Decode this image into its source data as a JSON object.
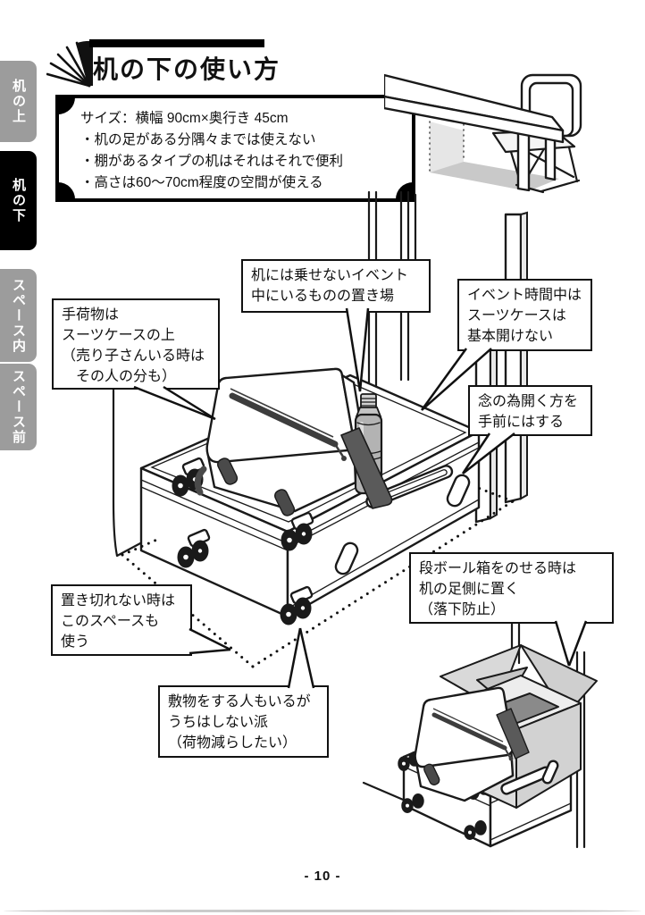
{
  "header": {
    "title": "机の下の使い方",
    "icon": "folding-fan"
  },
  "sidebar": {
    "tabs": [
      {
        "label": "机の上",
        "active": false
      },
      {
        "label": "机の下",
        "active": true
      },
      {
        "label": "スペース内",
        "active": false
      },
      {
        "label": "スペース前",
        "active": false
      }
    ]
  },
  "info_box": {
    "lines": [
      "サイズ：横幅 90cm×奥行き 45cm",
      "・机の足がある分隅々までは使えない",
      "・棚があるタイプの机はそれはそれで便利",
      "・高さは60〜70cm程度の空間が使える"
    ]
  },
  "callouts": [
    {
      "name": "storage-place",
      "lines": [
        "机には乗せないイベント",
        "中にいるものの置き場"
      ]
    },
    {
      "name": "event-time",
      "lines": [
        "イベント時間中は",
        "スーツケースは",
        "基本開けない"
      ]
    },
    {
      "name": "hand-luggage",
      "lines": [
        "手荷物は",
        "スーツケースの上",
        "（売り子さんいる時は",
        "　その人の分も）"
      ]
    },
    {
      "name": "open-side",
      "lines": [
        "念の為開く方を",
        "手前にはする"
      ]
    },
    {
      "name": "cardboard-box",
      "lines": [
        "段ボール箱をのせる時は",
        "机の足側に置く",
        "（落下防止）"
      ]
    },
    {
      "name": "overflow-space",
      "lines": [
        "置き切れない時は",
        "このスペースも",
        "使う"
      ]
    },
    {
      "name": "floor-mat",
      "lines": [
        "敷物をする人もいるが",
        "うちはしない派",
        "（荷物減らしたい）"
      ]
    }
  ],
  "footer": {
    "page_number": "- 10 -"
  },
  "colors": {
    "tab_inactive": "#9c9c9c",
    "tab_active": "#000000",
    "line_art": "#1a1a1a",
    "shade_light": "#e6e6e6",
    "shade_floor": "#c9c9c9",
    "strap_dark": "#5a5a5a",
    "bottle_gray": "#b3b3b3",
    "box_gray": "#d9d9d9"
  }
}
